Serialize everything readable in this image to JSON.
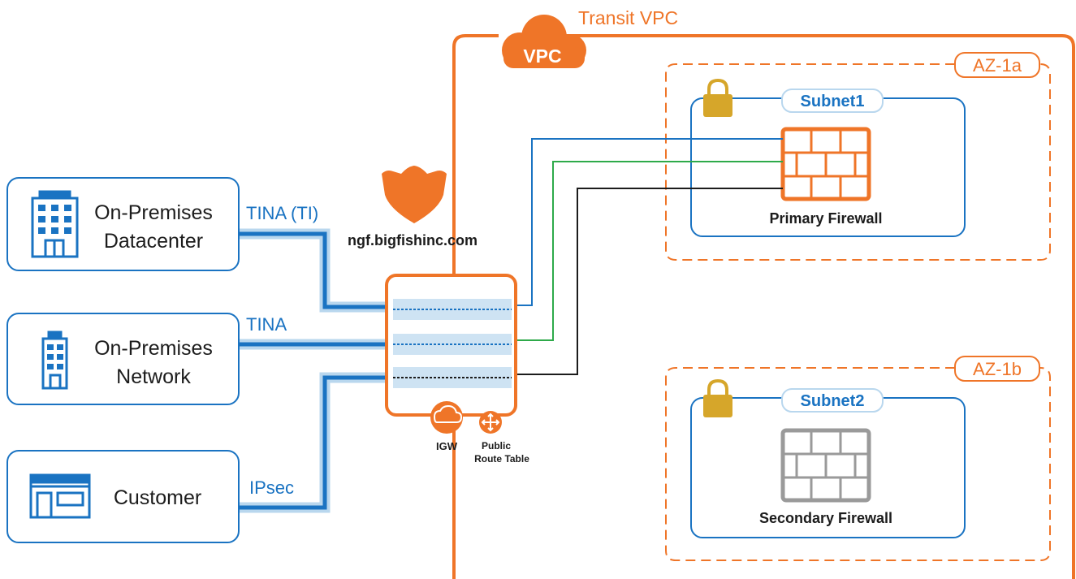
{
  "vpc": {
    "title": "Transit VPC",
    "badge": "VPC"
  },
  "zones": [
    {
      "label": "AZ-1a",
      "subnet": "Subnet1",
      "firewall": "Primary Firewall"
    },
    {
      "label": "AZ-1b",
      "subnet": "Subnet2",
      "firewall": "Secondary Firewall"
    }
  ],
  "gateway": {
    "hostname": "ngf.bigfishinc.com",
    "igw": "IGW",
    "route_table": "Public Route Table"
  },
  "sites": [
    {
      "label_line1": "On-Premises",
      "label_line2": "Datacenter",
      "icon": "building-large-icon",
      "link": "TINA (TI)"
    },
    {
      "label_line1": "On-Premises",
      "label_line2": "Network",
      "icon": "building-small-icon",
      "link": "TINA"
    },
    {
      "label_line1": "Customer",
      "label_line2": "",
      "icon": "storefront-icon",
      "link": "IPsec"
    }
  ],
  "colors": {
    "orange": "#ef7528",
    "blue": "#1a73c2",
    "light_blue": "#b9d7ee",
    "green": "#2eaa4a",
    "black": "#1c1c1c",
    "gold": "#d6a62a",
    "gray": "#9a9a9a"
  }
}
